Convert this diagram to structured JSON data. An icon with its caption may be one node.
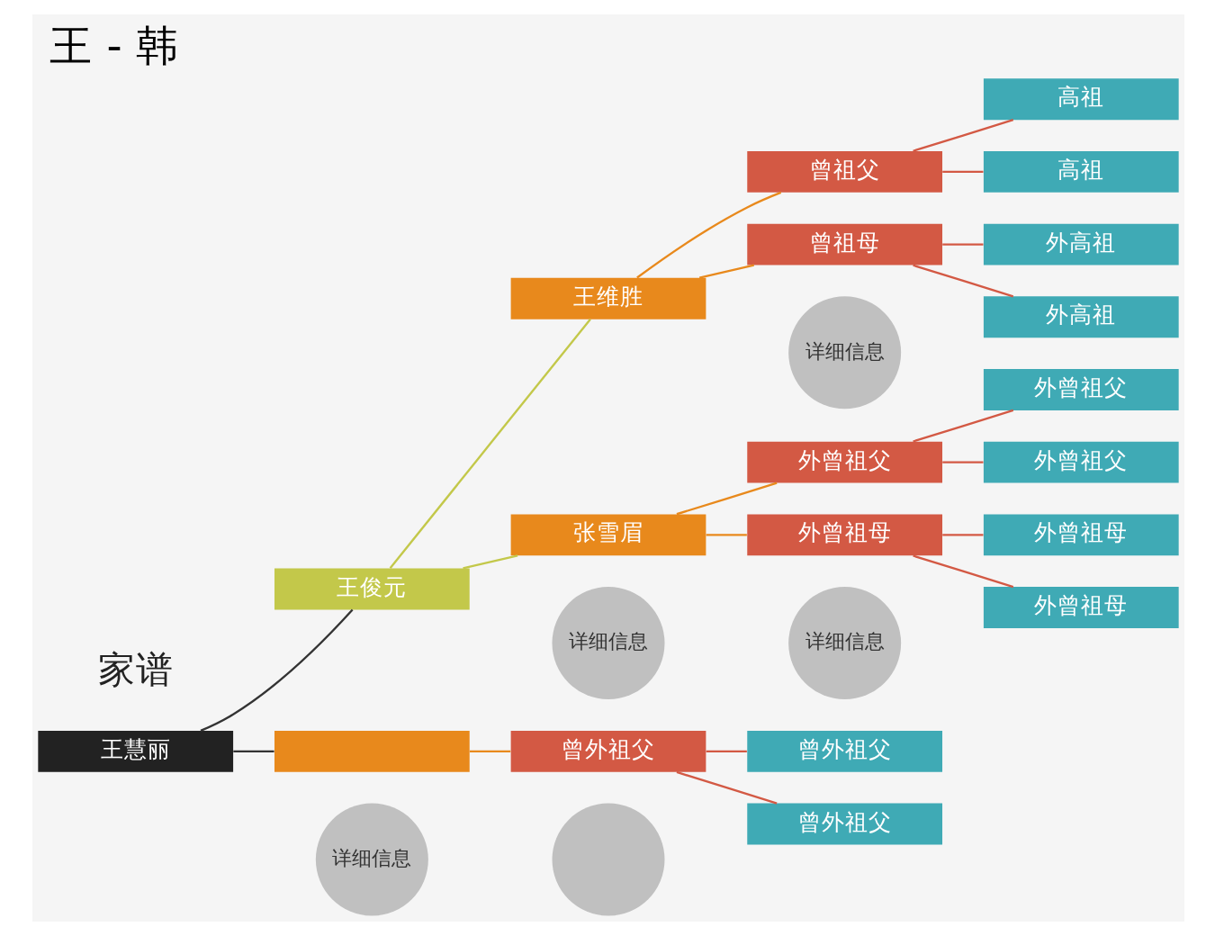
{
  "diagram": {
    "title": "王 - 韩",
    "nodes": [
      {
        "text": [
          "王慧丽"
        ]
      },
      {
        "text": [
          "王俊元"
        ]
      },
      {
        "text": [],
        "shape": "box"
      },
      {
        "text": [
          "王维胜"
        ]
      },
      {
        "text": [
          "张雪眉"
        ]
      },
      {
        "text": [
          "曾祖父"
        ]
      },
      {
        "text": [
          "曾祖母"
        ]
      },
      {
        "text": [
          "外曾祖父"
        ]
      },
      {
        "text": [
          "外曾祖母"
        ]
      },
      {
        "text": [
          "曾外祖父"
        ]
      },
      {
        "text": [
          "高祖"
        ]
      },
      {
        "text": [
          "高祖"
        ]
      },
      {
        "text": [
          "外高祖"
        ]
      },
      {
        "text": [
          "外高祖"
        ]
      },
      {
        "text": [
          "外曾祖父"
        ]
      },
      {
        "text": [
          "外曾祖父"
        ]
      },
      {
        "text": [
          "外曾祖母"
        ]
      },
      {
        "text": [
          "外曾祖母"
        ]
      },
      {
        "text": [
          "曾外祖父"
        ]
      },
      {
        "text": [
          "曾外祖父"
        ]
      },
      {
        "text": [
          "详细信息"
        ]
      },
      {
        "text": [
          "详细信息"
        ]
      },
      {
        "text": [
          "详细信息"
        ]
      },
      {
        "text": [
          "详细信息"
        ]
      },
      {
        "text": [],
        "shape": "circle"
      }
    ],
    "edges": [
      {
        "from": 0,
        "to": 1,
        "arrow": "none",
        "color": "#333333"
      },
      {
        "from": 0,
        "to": 2,
        "arrow": "none",
        "color": "#333333"
      },
      {
        "from": 1,
        "to": 3,
        "arrow": "none",
        "color": "#c3c84a"
      },
      {
        "from": 1,
        "to": 4,
        "arrow": "none",
        "color": "#c3c84a"
      },
      {
        "from": 3,
        "to": 5,
        "arrow": "none",
        "color": "#e8891c"
      },
      {
        "from": 3,
        "to": 6,
        "arrow": "none",
        "color": "#e8891c"
      },
      {
        "from": 4,
        "to": 7,
        "arrow": "none",
        "color": "#e8891c"
      },
      {
        "from": 4,
        "to": 8,
        "arrow": "none",
        "color": "#e8891c"
      },
      {
        "from": 2,
        "to": 9,
        "arrow": "none",
        "color": "#e8891c"
      },
      {
        "from": 5,
        "to": 10,
        "arrow": "none"
      },
      {
        "from": 5,
        "to": 11,
        "arrow": "none"
      },
      {
        "from": 6,
        "to": 12,
        "arrow": "none"
      },
      {
        "from": 6,
        "to": 13,
        "arrow": "none"
      },
      {
        "from": 7,
        "to": 14,
        "arrow": "none"
      },
      {
        "from": 7,
        "to": 15,
        "arrow": "none"
      },
      {
        "from": 8,
        "to": 16,
        "arrow": "none"
      },
      {
        "from": 8,
        "to": 17,
        "arrow": "none"
      },
      {
        "from": 9,
        "to": 18,
        "arrow": "none"
      },
      {
        "from": 9,
        "to": 19,
        "arrow": "none"
      }
    ],
    "labels": [
      "家谱"
    ]
  }
}
